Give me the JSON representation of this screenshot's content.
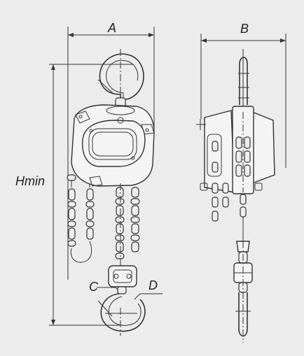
{
  "labels": {
    "dim_a": "A",
    "dim_b": "B",
    "dim_hmin": "Hmin",
    "dim_c": "C",
    "dim_d": "D"
  },
  "colors": {
    "background": "#ececec",
    "line": "#333333"
  }
}
